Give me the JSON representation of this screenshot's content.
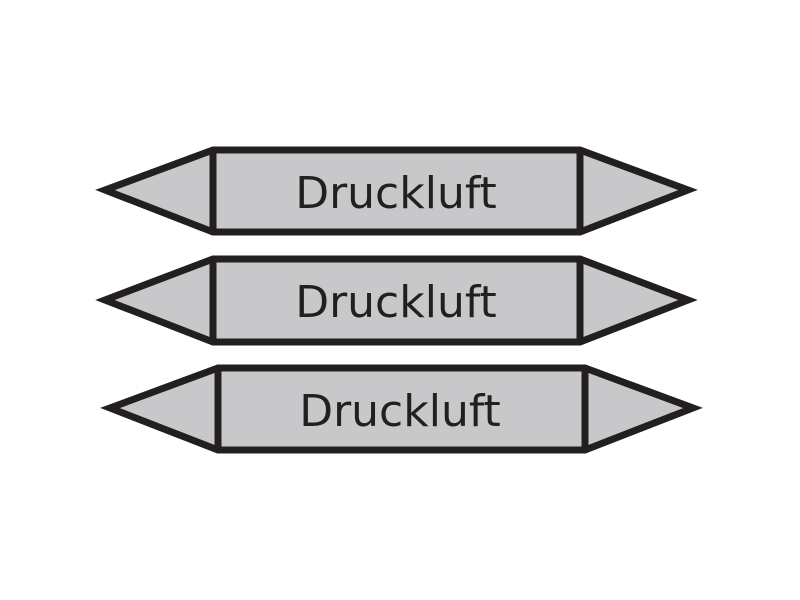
{
  "colors": {
    "fill": "#c8c8ca",
    "stroke": "#231f20",
    "background": "#ffffff"
  },
  "labels": [
    {
      "text": "Druckluft"
    },
    {
      "text": "Druckluft"
    },
    {
      "text": "Druckluft"
    }
  ]
}
